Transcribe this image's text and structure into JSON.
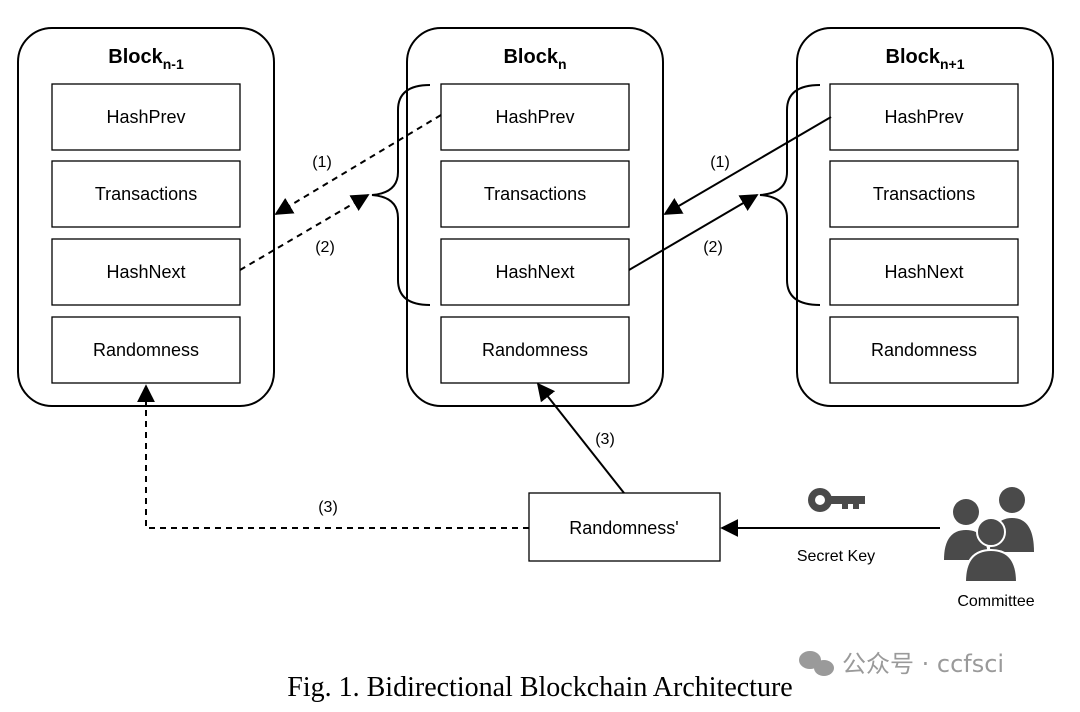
{
  "blocks": [
    {
      "title": "Block",
      "subscript": "n-1",
      "cells": [
        "HashPrev",
        "Transactions",
        "HashNext",
        "Randomness"
      ]
    },
    {
      "title": "Block",
      "subscript": "n",
      "cells": [
        "HashPrev",
        "Transactions",
        "HashNext",
        "Randomness"
      ]
    },
    {
      "title": "Block",
      "subscript": "n+1",
      "cells": [
        "HashPrev",
        "Transactions",
        "HashNext",
        "Randomness"
      ]
    }
  ],
  "links": {
    "left_prev": "(1)",
    "left_next": "(2)",
    "right_prev": "(1)",
    "right_next": "(2)",
    "rand_to_n": "(3)",
    "rand_to_n_minus_1": "(3)"
  },
  "randomness_prime": "Randomness'",
  "secret_key_label": "Secret Key",
  "committee_label": "Committee",
  "caption": "Fig. 1.  Bidirectional Blockchain Architecture",
  "watermark": "公众号 · ccfsci",
  "icons": [
    "key-icon",
    "committee-people-icon",
    "wechat-icon"
  ],
  "colors": {
    "line": "#000000",
    "icon": "#4a4a4a",
    "watermark": "#9a9a9a"
  }
}
